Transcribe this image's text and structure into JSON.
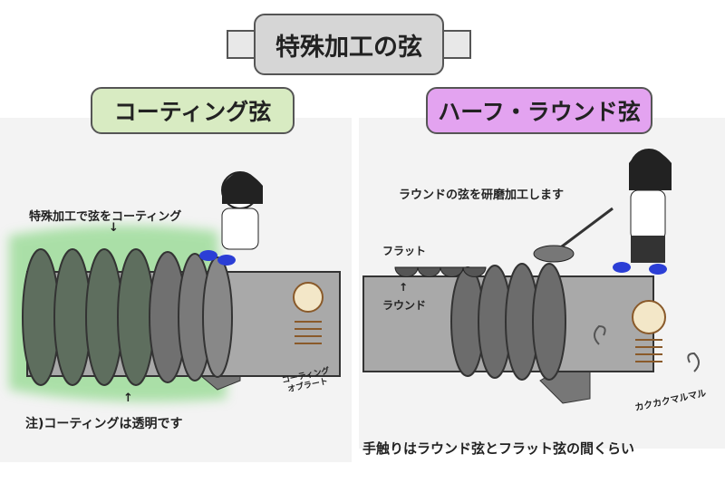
{
  "title": "特殊加工の弦",
  "left": {
    "heading": "コーティング弦",
    "caption_top": "特殊加工で弦をコーティング",
    "arrow_down": "↓",
    "arrow_up": "↑",
    "note": "注)コーティングは透明です",
    "mascot_label_1": "コーティング",
    "mascot_label_2": "オブラート"
  },
  "right": {
    "heading": "ハーフ・ラウンド弦",
    "caption_top": "ラウンドの弦を研磨加工します",
    "flat_label": "フラット",
    "arrow_up": "↑",
    "round_label": "ラウンド",
    "sound_label": "カクカクマルマル",
    "summary": "手触りはラウンド弦とフラット弦の間くらい"
  },
  "colors": {
    "green": "#d8ebc2",
    "purple": "#e3a3f0",
    "rod": "#a9a9a9",
    "coil": "#6c6c6c",
    "glow": "#6fd06a"
  }
}
